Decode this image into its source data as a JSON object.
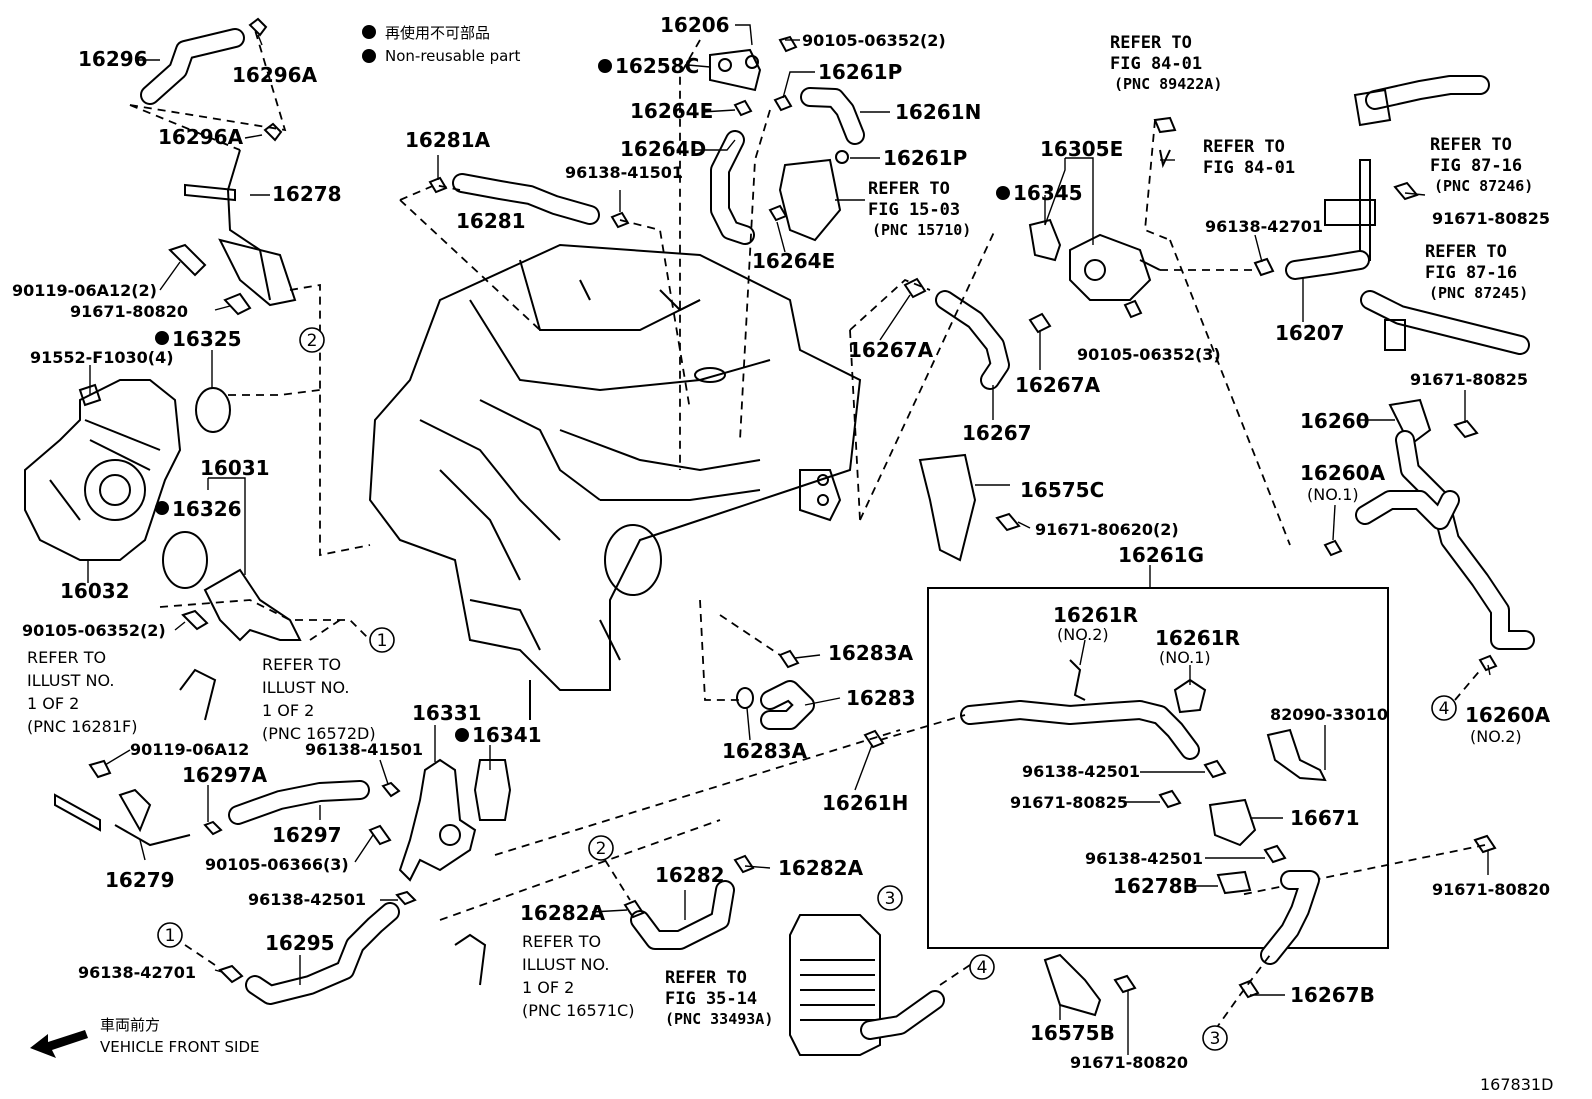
{
  "legend": {
    "jp": "再使用不可部品",
    "en": "Non-reusable part"
  },
  "front_note": {
    "jp": "車両前方",
    "en": "VEHICLE FRONT SIDE"
  },
  "figure_id": "167831D",
  "parts": {
    "p16296": "16296",
    "p16296A_1": "16296A",
    "p16296A_2": "16296A",
    "p16278": "16278",
    "p90119_06A12_2": "90119-06A12(2)",
    "p91671_80820_a": "91671-80820",
    "p16325": "16325",
    "p91552": "91552-F1030(4)",
    "p16031": "16031",
    "p16326": "16326",
    "p16032": "16032",
    "p90105_06352_2": "90105-06352(2)",
    "p90119_06A12": "90119-06A12",
    "p16297A": "16297A",
    "p16297": "16297",
    "p16279": "16279",
    "p90105_06366": "90105-06366(3)",
    "p96138_42501_a": "96138-42501",
    "p16295": "16295",
    "p96138_42701_a": "96138-42701",
    "p16331": "16331",
    "p16341": "16341",
    "p96138_41501_b": "96138-41501",
    "p16281A": "16281A",
    "p16281": "16281",
    "p96138_41501": "96138-41501",
    "p16206": "16206",
    "p90105_06352_2b": "90105-06352(2)",
    "p16258C": "16258C",
    "p16261P_1": "16261P",
    "p16264E_1": "16264E",
    "p16261N": "16261N",
    "p16264D": "16264D",
    "p16261P_2": "16261P",
    "p16264E_2": "16264E",
    "p16305E": "16305E",
    "p16345": "16345",
    "p90105_06352_3": "90105-06352(3)",
    "p16267A_1": "16267A",
    "p16267A_2": "16267A",
    "p16267": "16267",
    "p16575C": "16575C",
    "p91671_80620": "91671-80620(2)",
    "p96138_42701_b": "96138-42701",
    "p16207": "16207",
    "p91671_80825_a": "91671-80825",
    "p91671_80825_b": "91671-80825",
    "p16260": "16260",
    "p16260A_1": "16260A",
    "p16260A_1_no": "(NO.1)",
    "p16260A_2": "16260A",
    "p16260A_2_no": "(NO.2)",
    "p16261G": "16261G",
    "p16261R_2": "16261R",
    "p16261R_2_no": "(NO.2)",
    "p16261R_1": "16261R",
    "p16261R_1_no": "(NO.1)",
    "p82090": "82090-33010",
    "p96138_42501_b": "96138-42501",
    "p91671_80825_c": "91671-80825",
    "p16671": "16671",
    "p96138_42501_c": "96138-42501",
    "p16278B": "16278B",
    "p91671_80820_b": "91671-80820",
    "p16267B": "16267B",
    "p16575B": "16575B",
    "p91671_80820_c": "91671-80820",
    "p16283A_1": "16283A",
    "p16283": "16283",
    "p16283A_2": "16283A",
    "p16261H": "16261H",
    "p16282": "16282",
    "p16282A_1": "16282A",
    "p16282A_2": "16282A"
  },
  "refs": {
    "r_fig_84_01_a": [
      "REFER TO",
      "FIG 84-01",
      "(PNC 89422A)"
    ],
    "r_fig_84_01_b": [
      "REFER TO",
      "FIG 84-01"
    ],
    "r_fig_87_16_a": [
      "REFER TO",
      "FIG 87-16",
      "(PNC 87246)"
    ],
    "r_fig_87_16_b": [
      "REFER TO",
      "FIG 87-16",
      "(PNC 87245)"
    ],
    "r_fig_15_03": [
      "REFER TO",
      "FIG 15-03",
      "(PNC 15710)"
    ],
    "r_fig_35_14": [
      "REFER TO",
      "FIG 35-14",
      "(PNC 33493A)"
    ],
    "r_illust_16281F": [
      "REFER TO",
      "ILLUST NO.",
      "1 OF 2",
      "(PNC 16281F)"
    ],
    "r_illust_16572D": [
      "REFER TO",
      "ILLUST NO.",
      "1 OF 2",
      "(PNC 16572D)"
    ],
    "r_illust_16571C": [
      "REFER TO",
      "ILLUST NO.",
      "1 OF 2",
      "(PNC 16571C)"
    ]
  },
  "circle_markers": [
    "1",
    "2",
    "3",
    "4"
  ]
}
